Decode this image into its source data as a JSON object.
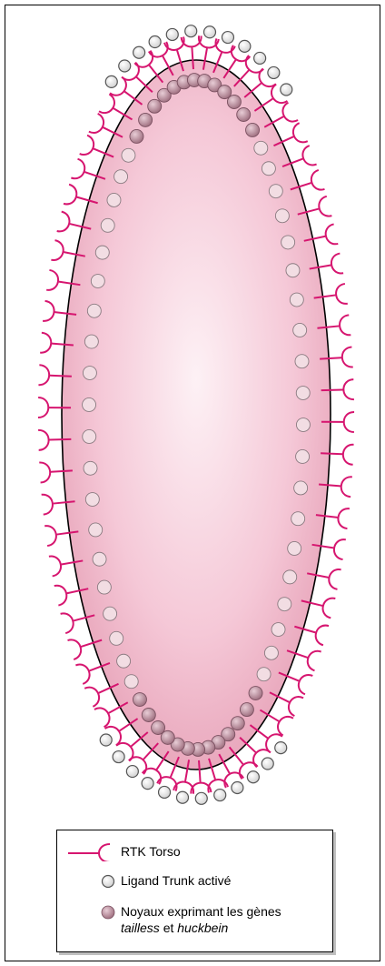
{
  "legend": {
    "receptor_label": "RTK Torso",
    "ligand_label": "Ligand Trunk activé",
    "nuclei_label_line1": "Noyaux exprimant les gènes",
    "nuclei_label_gene1": "tailless",
    "nuclei_label_conj": "et",
    "nuclei_label_gene2": "huckbein"
  },
  "colors": {
    "receptor": "#d6156f",
    "ligand_fill": "#e9e9e9",
    "ligand_stroke": "#555555",
    "expressing_nucleus": "#b98a9a",
    "inactive_nucleus": "#f2dde3",
    "embryo_fill_center": "#fdf1f5",
    "embryo_fill_edge": "#e6a0b6"
  },
  "diagram": {
    "embryo": "ellipse",
    "receptor_icon": "torso-receptor-icon",
    "ligand_icon": "trunk-ligand-icon",
    "nucleus_icon": "nucleus-icon"
  }
}
